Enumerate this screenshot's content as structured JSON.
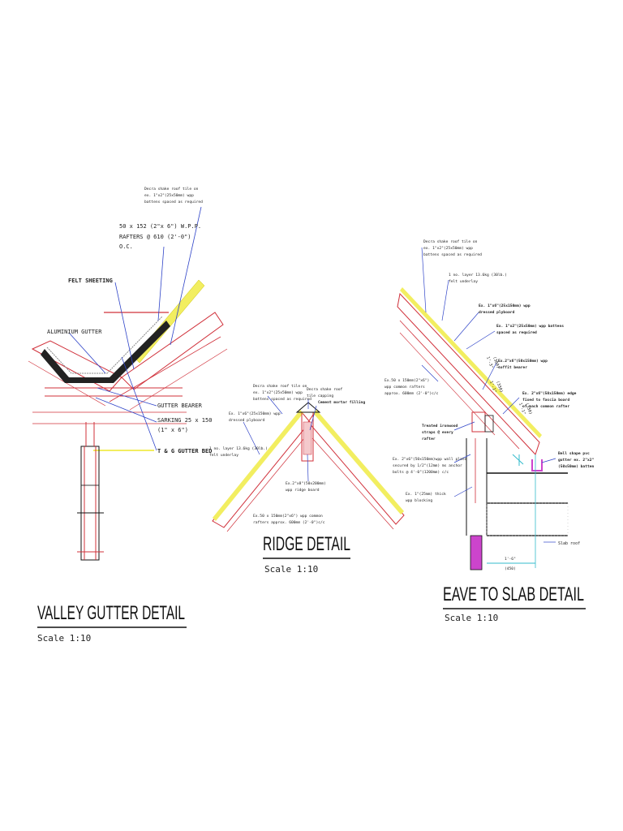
{
  "colors": {
    "ink": "#111111",
    "timber": "#d0303a",
    "insulation": "#f2ee60",
    "leader": "#2f44c8",
    "gutter_fill": "#222222",
    "post": "#cc44cc",
    "cyan": "#33bbcc"
  },
  "valley": {
    "title": "VALLEY GUTTER DETAIL",
    "scale": "Scale 1:10",
    "labels": {
      "roof_tile_1": "Decra shake roof tile on",
      "roof_tile_2": "ex. 1\"x2\"(25x50mm) wpp",
      "roof_tile_3": "battens spaced as required",
      "rafters_1": "50 x 152 (2\"x 6\") W.P.P.",
      "rafters_2": "RAFTERS @ 610 (2'-0\")",
      "rafters_3": "O.C.",
      "felt": "FELT SHEETING",
      "aluminium": "ALUMINIUM GUTTER",
      "bearer": "GUTTER BEARER",
      "sarking_1": "SARKING 25 x 150",
      "sarking_2": "(1\" x 6\")",
      "tg_bed": "T & G GUTTER BED"
    }
  },
  "ridge": {
    "title": "RIDGE DETAIL",
    "scale": "Scale 1:10",
    "labels": {
      "roof_tile_1": "Decra shake roof tile on",
      "roof_tile_2": "ex. 1\"x2\"(25x50mm) wpp",
      "roof_tile_3": "battens spaced as required",
      "ridge_tile_1": "Decra shake roof",
      "ridge_tile_2": "tile capping",
      "cement": "Cement mortar filling",
      "plywood_1": "Ex. 1\"x6\"(25x150mm) wpp",
      "plywood_2": "dressed plyboard",
      "felt_1": "1 no. layer 13.6kg (30lb.)",
      "felt_2": "felt underlay",
      "ridge_board_1": "Ex.2\"x8\"(50x200mm)",
      "ridge_board_2": "wpp ridge board",
      "rafters_1": "Ex.50 x 150mm(2\"x6\") wpp common",
      "rafters_2": "rafters approx. 600mm (2'-0\")c/c"
    }
  },
  "eave": {
    "title": "EAVE TO SLAB DETAIL",
    "scale": "Scale 1:10",
    "labels": {
      "roof_tile_1": "Decra shake roof tile on",
      "roof_tile_2": "ex. 1\"x2\"(25x50mm) wpp",
      "roof_tile_3": "battens spaced as required",
      "felt_1": "1 no. layer 13.6kg (30lb.)",
      "felt_2": "felt underlay",
      "plyboard_1": "Ex. 1\"x6\"(25x150mm) wpp",
      "plyboard_2": "dressed plyboard",
      "battens_1": "Ex. 1\"x2\"(25x50mm) wpp battens",
      "battens_2": "spaced as required",
      "rafters_1": "Ex.50 x 150mm(2\"x6\")",
      "rafters_2": "wpp common rafters",
      "rafters_3": "approx. 600mm (2'-0\")c/c",
      "soffit_1": "Ex.2\"x6\"(50x150mm) wpp",
      "soffit_2": "soffit bearer",
      "fascia_1": "Ex. 2\"x6\"(50x150mm) edge",
      "fascia_2": "fixed to fascia board",
      "fascia_3": "of each common rafter",
      "bracket_1": "Treated ironwood",
      "bracket_2": "straps @ every",
      "bracket_3": "rafter",
      "wallplate_1": "Ex. 2\"x6\"(50x150mm)wpp wall plate",
      "wallplate_2": "secured by 1/2\"(12mm) ms anchor",
      "wallplate_3": "bolts @ 4'-0\"(1200mm) c/c",
      "blocking_1": "Ex. 1\"(25mm) thick",
      "blocking_2": "wpp blocking",
      "gutter_1": "Bell shape pvc",
      "gutter_2": "gutter ex. 2\"x2\"",
      "gutter_3": "(50x50mm) batten",
      "slab": "Slab roof",
      "dim_1": "1'-6\"",
      "dim_2": "(450)",
      "dim_a": "1'-3\"",
      "dim_a2": "(380)",
      "dim_b": "1'-1\"",
      "dim_b2": "(330)",
      "dim_c": "1'-1\"",
      "dim_c2": "(330)"
    }
  }
}
